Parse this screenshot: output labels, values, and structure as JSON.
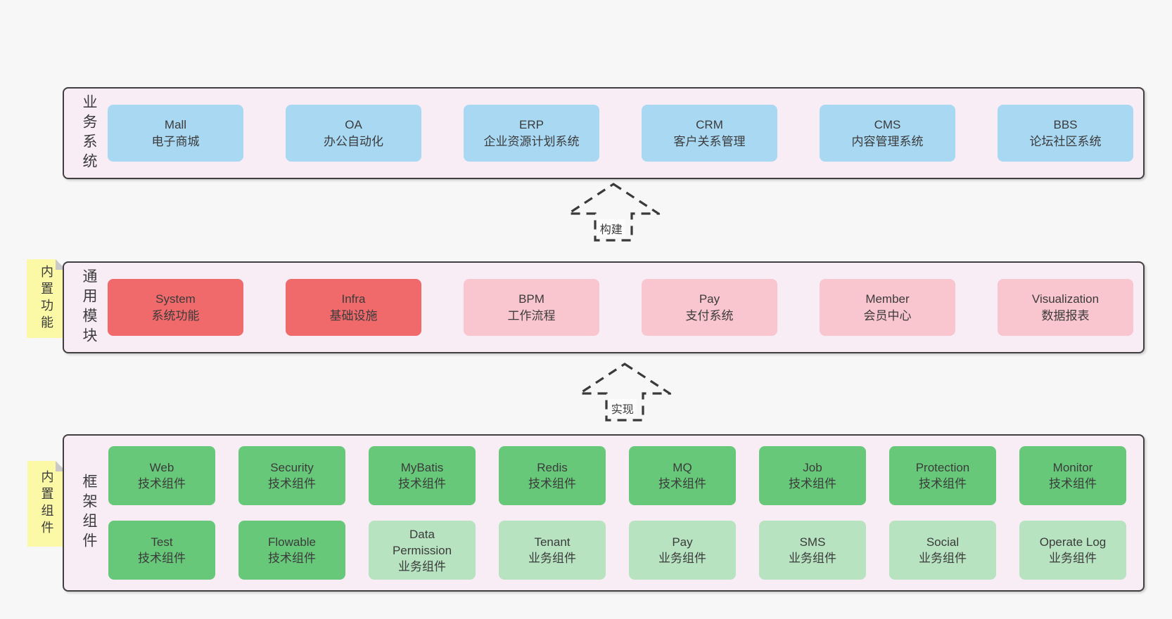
{
  "colors": {
    "page-bg": "#f7f7f7",
    "section-bg": "#f8ecf5",
    "section-border": "#404040",
    "box-blue": "#a9d8f3",
    "box-red": "#f0696b",
    "box-pink": "#f9c6d0",
    "box-green": "#67c87a",
    "box-lightgreen": "#b7e3c1",
    "sticky-yellow": "#fbf9a6",
    "sticky-fold": "#c9c9c9",
    "text": "#3b3b3b",
    "arrow": "#3a3a3a"
  },
  "stickies": [
    {
      "text": "内置功能"
    },
    {
      "text": "内置组件"
    }
  ],
  "arrows": [
    {
      "label": "构建"
    },
    {
      "label": "实现"
    }
  ],
  "sections": [
    {
      "label": "业务系统",
      "boxes": [
        {
          "title": "Mall",
          "subtitle": "电子商城",
          "type": "blue"
        },
        {
          "title": "OA",
          "subtitle": "办公自动化",
          "type": "blue"
        },
        {
          "title": "ERP",
          "subtitle": "企业资源计划系统",
          "type": "blue"
        },
        {
          "title": "CRM",
          "subtitle": "客户关系管理",
          "type": "blue"
        },
        {
          "title": "CMS",
          "subtitle": "内容管理系统",
          "type": "blue"
        },
        {
          "title": "BBS",
          "subtitle": "论坛社区系统",
          "type": "blue"
        }
      ]
    },
    {
      "label": "通用模块",
      "boxes": [
        {
          "title": "System",
          "subtitle": "系统功能",
          "type": "red"
        },
        {
          "title": "Infra",
          "subtitle": "基础设施",
          "type": "red"
        },
        {
          "title": "BPM",
          "subtitle": "工作流程",
          "type": "pink"
        },
        {
          "title": "Pay",
          "subtitle": "支付系统",
          "type": "pink"
        },
        {
          "title": "Member",
          "subtitle": "会员中心",
          "type": "pink"
        },
        {
          "title": "Visualization",
          "subtitle": "数据报表",
          "type": "pink"
        }
      ]
    },
    {
      "label": "框架组件",
      "rows": [
        [
          {
            "title": "Web",
            "subtitle": "技术组件",
            "type": "green"
          },
          {
            "title": "Security",
            "subtitle": "技术组件",
            "type": "green"
          },
          {
            "title": "MyBatis",
            "subtitle": "技术组件",
            "type": "green"
          },
          {
            "title": "Redis",
            "subtitle": "技术组件",
            "type": "green"
          },
          {
            "title": "MQ",
            "subtitle": "技术组件",
            "type": "green"
          },
          {
            "title": "Job",
            "subtitle": "技术组件",
            "type": "green"
          },
          {
            "title": "Protection",
            "subtitle": "技术组件",
            "type": "green"
          },
          {
            "title": "Monitor",
            "subtitle": "技术组件",
            "type": "green"
          }
        ],
        [
          {
            "title": "Test",
            "subtitle": "技术组件",
            "type": "green"
          },
          {
            "title": "Flowable",
            "subtitle": "技术组件",
            "type": "green"
          },
          {
            "title": "Data Permission",
            "subtitle": "业务组件",
            "type": "lightgreen"
          },
          {
            "title": "Tenant",
            "subtitle": "业务组件",
            "type": "lightgreen"
          },
          {
            "title": "Pay",
            "subtitle": "业务组件",
            "type": "lightgreen"
          },
          {
            "title": "SMS",
            "subtitle": "业务组件",
            "type": "lightgreen"
          },
          {
            "title": "Social",
            "subtitle": "业务组件",
            "type": "lightgreen"
          },
          {
            "title": "Operate Log",
            "subtitle": "业务组件",
            "type": "lightgreen"
          }
        ]
      ]
    }
  ]
}
